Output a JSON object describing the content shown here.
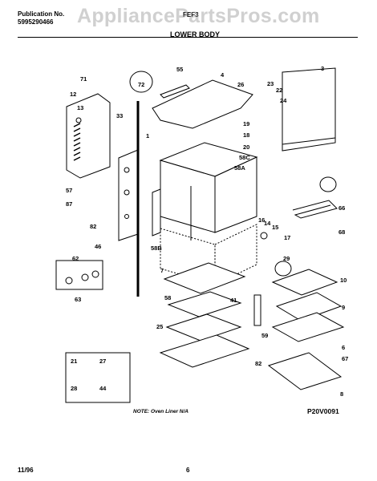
{
  "header": {
    "publication_label": "Publication No.",
    "publication_no": "5995290466",
    "model": "FEF3",
    "watermark": "AppliancePartsPros.com",
    "section_title": "LOWER BODY"
  },
  "callouts": [
    "71",
    "72",
    "55",
    "4",
    "26",
    "3",
    "23",
    "22",
    "24",
    "12",
    "13",
    "33",
    "1",
    "19",
    "18",
    "20",
    "58C",
    "58A",
    "16",
    "57",
    "87",
    "66",
    "14",
    "15",
    "17",
    "82",
    "46",
    "58B",
    "68",
    "62",
    "29",
    "10",
    "7",
    "63",
    "58",
    "41",
    "9",
    "25",
    "59",
    "6",
    "82",
    "67",
    "8"
  ],
  "inset_callouts": [
    "21",
    "27",
    "28",
    "44"
  ],
  "note": "NOTE: Oven Liner N/A",
  "diagram_code": "P20V0091",
  "footer": {
    "date": "11/96",
    "page": "6"
  }
}
